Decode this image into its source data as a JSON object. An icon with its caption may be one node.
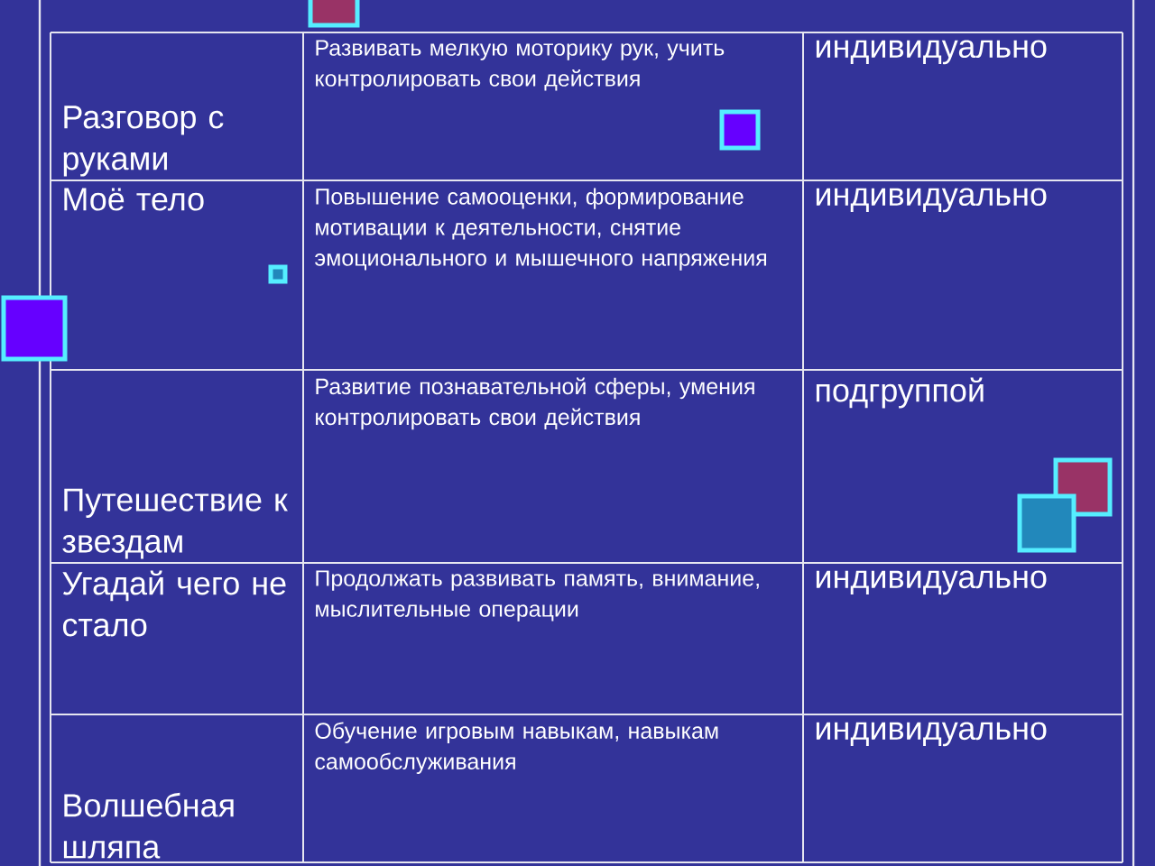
{
  "diagram": {
    "labels": [
      "Разговор с руками",
      "Развивать мелкую моторику рук, учить контролировать свои действия",
      "индивидуально",
      "Моё тело",
      "Повышение самооценки, формирование мотивации к деятельности, снятие эмоционального и мышечного напряжения",
      "индивидуально",
      "Путешествие к звездам",
      "Развитие познавательной сферы, умения контролировать свои действия",
      "подгруппой",
      "Угадай чего не стало",
      "Продолжать развивать память, внимание, мыслительные операции",
      "индивидуально",
      "Волшебная шляпа",
      "Обучение игровым навыкам, навыкам самообслуживания",
      "индивидуально"
    ]
  }
}
